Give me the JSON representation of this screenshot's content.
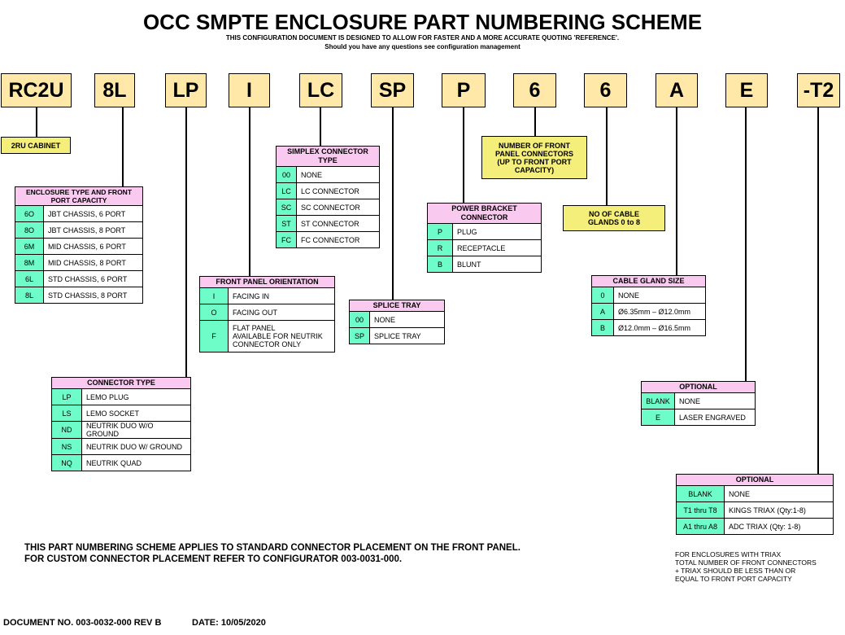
{
  "title": "OCC SMPTE ENCLOSURE PART NUMBERING SCHEME",
  "subtitle1": "THIS CONFIGURATION DOCUMENT IS DESIGNED TO ALLOW FOR FASTER AND A MORE ACCURATE QUOTING 'REFERENCE'.",
  "subtitle2": "Should you have any questions see configuration management",
  "codes": [
    "RC2U",
    "8L",
    "LP",
    "I",
    "LC",
    "SP",
    "P",
    "6",
    "6",
    "A",
    "E",
    "-T2"
  ],
  "labels": {
    "cabinet": "2RU CABINET",
    "front_connectors": "NUMBER OF FRONT PANEL  CONNECTORS (UP TO FRONT PORT CAPACITY)",
    "cable_glands": "NO OF CABLE GLANDS 0 to 8"
  },
  "enclosure": {
    "header": "ENCLOSURE TYPE AND FRONT PORT CAPACITY",
    "rows": [
      [
        "6O",
        "JBT CHASSIS, 6 PORT"
      ],
      [
        "8O",
        "JBT CHASSIS, 8 PORT"
      ],
      [
        "6M",
        "MID CHASSIS, 6 PORT"
      ],
      [
        "8M",
        "MID CHASSIS, 8 PORT"
      ],
      [
        "6L",
        "STD CHASSIS, 6 PORT"
      ],
      [
        "8L",
        "STD CHASSIS, 8 PORT"
      ]
    ]
  },
  "connector_type": {
    "header": "CONNECTOR TYPE",
    "rows": [
      [
        "LP",
        "LEMO PLUG"
      ],
      [
        "LS",
        "LEMO SOCKET"
      ],
      [
        "ND",
        "NEUTRIK DUO W/O GROUND"
      ],
      [
        "NS",
        "NEUTRIK DUO W/ GROUND"
      ],
      [
        "NQ",
        "NEUTRIK QUAD"
      ]
    ]
  },
  "front_panel": {
    "header": "FRONT PANEL ORIENTATION",
    "rows": [
      [
        "I",
        "FACING IN"
      ],
      [
        "O",
        "FACING OUT"
      ],
      [
        "F",
        "FLAT PANEL\nAVAILABLE FOR NEUTRIK\nCONNECTOR ONLY"
      ]
    ]
  },
  "simplex": {
    "header": "SIMPLEX CONNECTOR TYPE",
    "rows": [
      [
        "00",
        "NONE"
      ],
      [
        "LC",
        "LC CONNECTOR"
      ],
      [
        "SC",
        "SC CONNECTOR"
      ],
      [
        "ST",
        "ST CONNECTOR"
      ],
      [
        "FC",
        "FC CONNECTOR"
      ]
    ]
  },
  "splice": {
    "header": "SPLICE TRAY",
    "rows": [
      [
        "00",
        "NONE"
      ],
      [
        "SP",
        "SPLICE TRAY"
      ]
    ]
  },
  "power": {
    "header": "POWER BRACKET CONNECTOR",
    "rows": [
      [
        "P",
        "PLUG"
      ],
      [
        "R",
        "RECEPTACLE"
      ],
      [
        "B",
        "BLUNT"
      ]
    ]
  },
  "gland_size": {
    "header": "CABLE GLAND SIZE",
    "rows": [
      [
        "0",
        "NONE"
      ],
      [
        "A",
        "Ø6.35mm – Ø12.0mm"
      ],
      [
        "B",
        "Ø12.0mm – Ø16.5mm"
      ]
    ]
  },
  "optional_e": {
    "header": "OPTIONAL",
    "rows": [
      [
        "BLANK",
        "NONE"
      ],
      [
        "E",
        "LASER ENGRAVED"
      ]
    ]
  },
  "optional_t": {
    "header": "OPTIONAL",
    "rows": [
      [
        "BLANK",
        "NONE"
      ],
      [
        "T1 thru T8",
        "KINGS TRIAX (Qty:1-8)"
      ],
      [
        "A1 thru A8",
        "ADC TRIAX (Qty: 1-8)"
      ]
    ]
  },
  "note1": "THIS PART NUMBERING SCHEME APPLIES TO STANDARD CONNECTOR PLACEMENT ON THE FRONT PANEL.",
  "note2": "FOR CUSTOM CONNECTOR PLACEMENT REFER TO CONFIGURATOR 003-0031-000.",
  "triax_note": [
    "FOR ENCLOSURES WITH TRIAX",
    "TOTAL NUMBER OF FRONT CONNECTORS",
    "+ TRIAX SHOULD BE LESS THAN OR",
    "EQUAL TO FRONT PORT CAPACITY"
  ],
  "document_no": "DOCUMENT NO. 003-0032-000 REV B",
  "date": "DATE:  10/05/2020"
}
